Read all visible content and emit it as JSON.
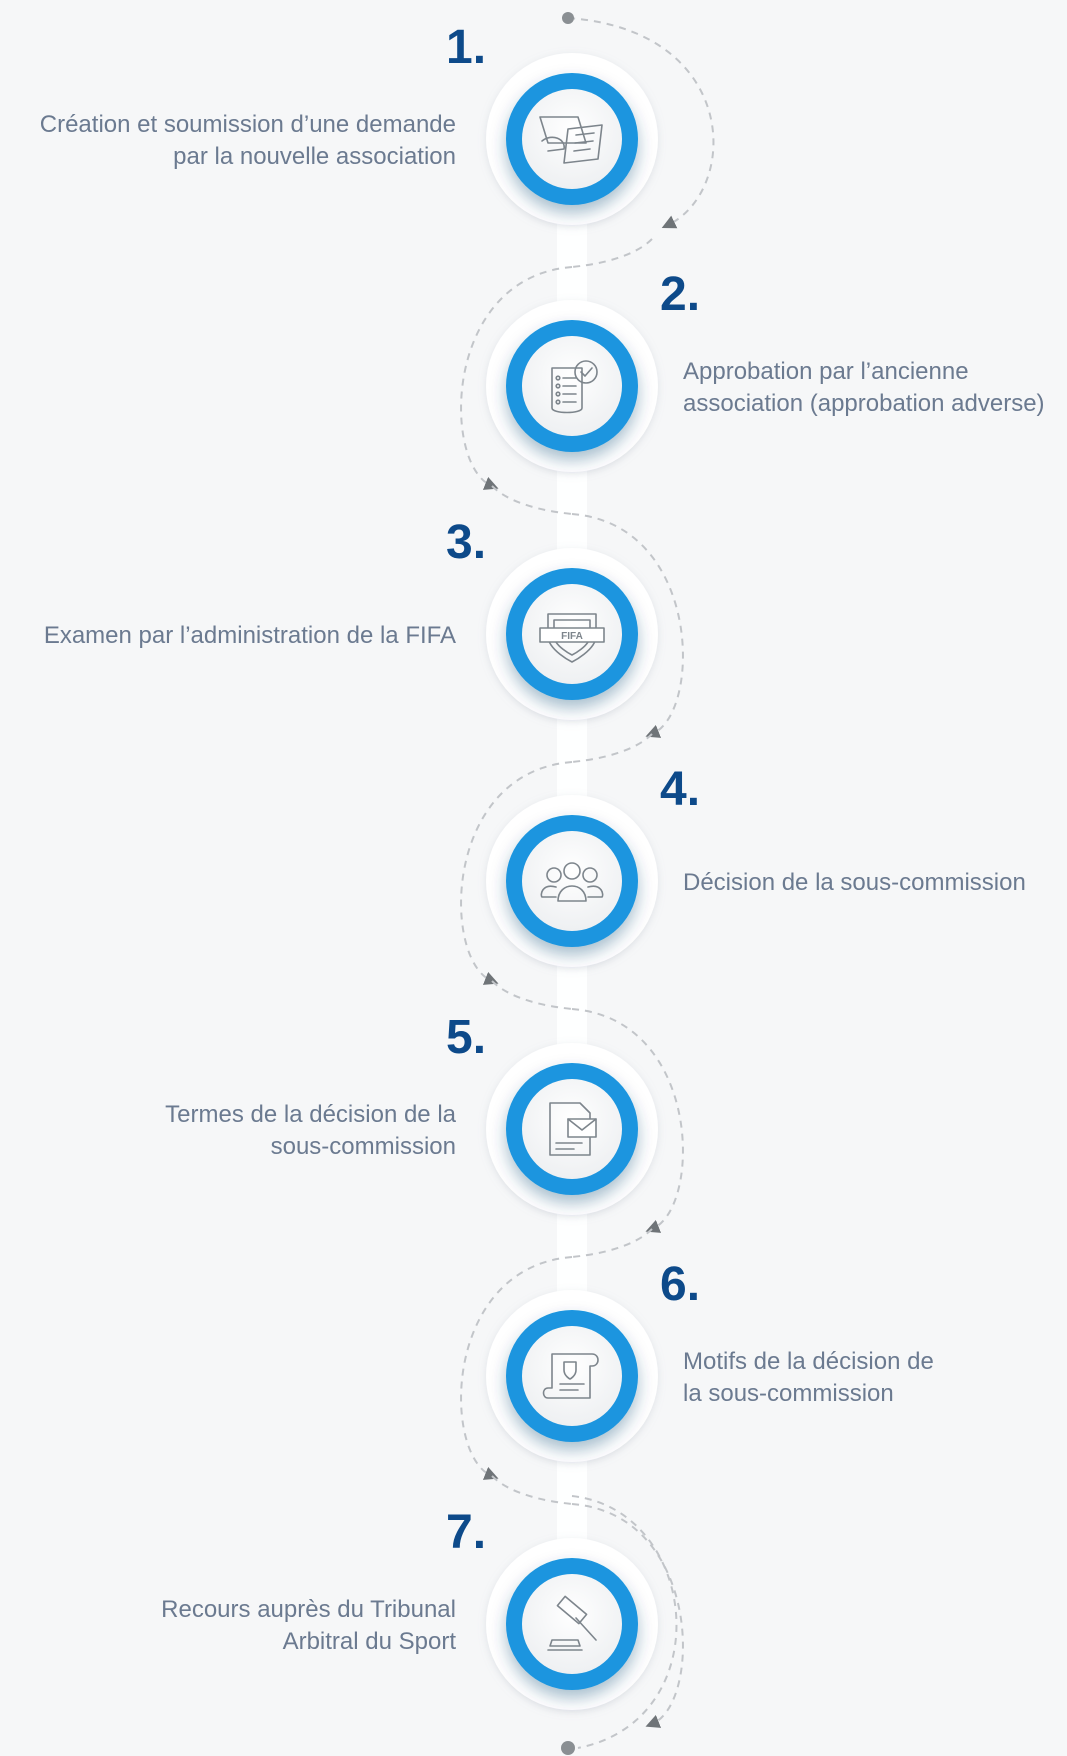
{
  "diagram": {
    "accent_color": "#1a95df",
    "number_color": "#0d4a8a",
    "text_color": "#6b7a90",
    "connector_color": "#c2c5c9",
    "steps": [
      {
        "number": "1.",
        "lines": [
          "Création et soumission d’une demande",
          "par la nouvelle association"
        ],
        "icon": "signing-document-icon"
      },
      {
        "number": "2.",
        "lines": [
          "Approbation par l’ancienne",
          "association (approbation adverse)"
        ],
        "icon": "checklist-icon"
      },
      {
        "number": "3.",
        "lines": [
          "Examen par l’administration de la FIFA"
        ],
        "icon": "fifa-shield-icon",
        "icon_text": "FIFA"
      },
      {
        "number": "4.",
        "lines": [
          "Décision de la sous-commission"
        ],
        "icon": "group-icon"
      },
      {
        "number": "5.",
        "lines": [
          "Termes de la décision de la",
          "sous-commission"
        ],
        "icon": "document-mail-icon"
      },
      {
        "number": "6.",
        "lines": [
          "Motifs de la décision de",
          "la sous-commission"
        ],
        "icon": "scroll-shield-icon"
      },
      {
        "number": "7.",
        "lines": [
          "Recours auprès du Tribunal",
          "Arbitral du Sport"
        ],
        "icon": "gavel-icon"
      }
    ]
  }
}
